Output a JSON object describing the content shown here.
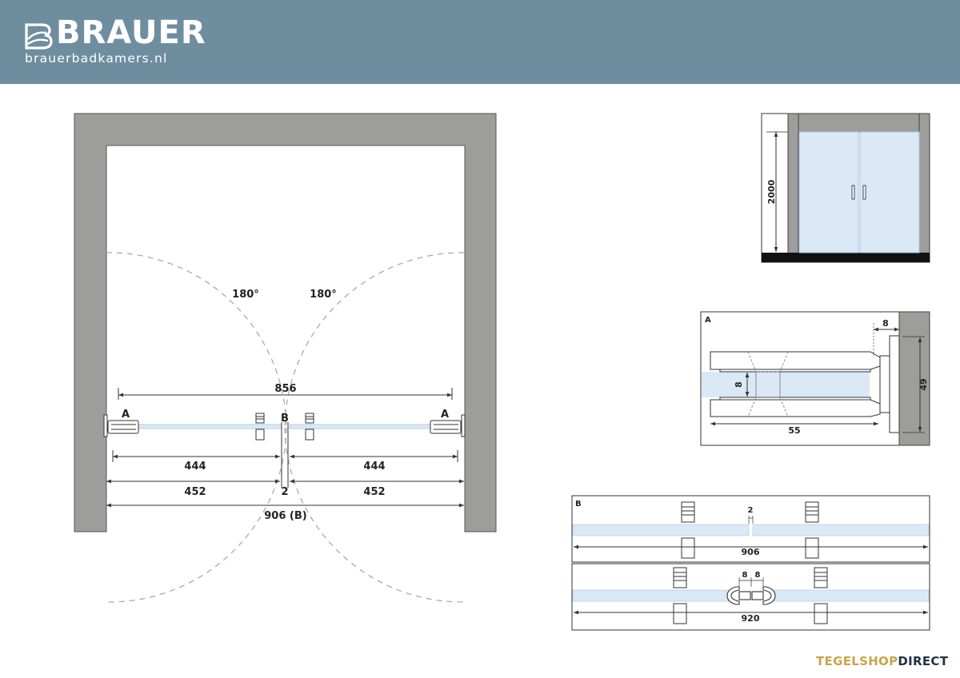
{
  "header": {
    "brand": "BRAUER",
    "website": "brauerbadkamers.nl",
    "bg_color": "#6e8ea0"
  },
  "plan": {
    "angle_left": "180°",
    "angle_right": "180°",
    "label_a_left": "A",
    "label_a_right": "A",
    "label_b": "B",
    "dim_total_open": "856",
    "dim_left_panel": "444",
    "dim_right_panel": "444",
    "dim_left_half": "452",
    "dim_gap": "2",
    "dim_right_half": "452",
    "dim_total": "906 (B)"
  },
  "elevation": {
    "height": "2000"
  },
  "detail_a": {
    "label": "A",
    "dim_top": "8",
    "dim_glass": "8",
    "dim_depth": "55",
    "dim_height": "49"
  },
  "detail_b": {
    "label": "B",
    "dim_gap": "2",
    "dim_width_1": "906",
    "dim_seal_left": "8",
    "dim_seal_right": "8",
    "dim_width_2": "920"
  },
  "footer": {
    "part1": "TEGELSHOP",
    "part2": "DIRECT",
    "gold": "#c9a44a",
    "navy": "#1e3348"
  },
  "colors": {
    "wall": "#9d9d9c",
    "glass": "#dbe8f6",
    "glass_line": "#a9c4df"
  }
}
